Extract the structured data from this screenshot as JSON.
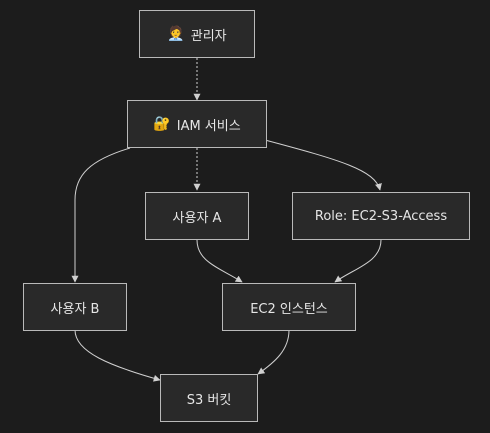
{
  "nodes": {
    "admin": {
      "icon": "🧑‍💼",
      "label": "관리자"
    },
    "iam": {
      "icon": "🔐",
      "label": "IAM 서비스"
    },
    "user_a": {
      "label": "사용자 A"
    },
    "role": {
      "label": "Role: EC2-S3-Access"
    },
    "user_b": {
      "label": "사용자 B"
    },
    "ec2": {
      "label": "EC2 인스턴스"
    },
    "s3": {
      "label": "S3 버킷"
    }
  },
  "colors": {
    "background": "#1c1c1c",
    "node_fill": "#292929",
    "node_border": "#b9b9b9",
    "edge": "#d0d0d0",
    "text": "#e6e6e6"
  }
}
